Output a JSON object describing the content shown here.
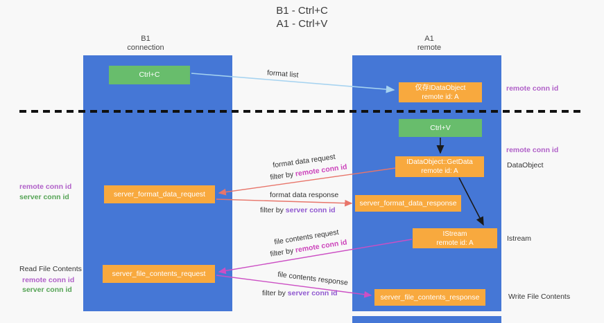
{
  "colors": {
    "background": "#f8f8f8",
    "lane_blue": "#4577d6",
    "box_orange": "#f8a93e",
    "box_green": "#68bd6c",
    "arrow_lightblue": "#a6d3f0",
    "arrow_red": "#e8756a",
    "arrow_magenta": "#cc4fc4",
    "arrow_black": "#1a1a1a",
    "text_purple": "#b060c8",
    "text_green": "#56a456",
    "text_magenta": "#cc44bb",
    "text_violet": "#9059d0",
    "text_dark": "#3a3a3a"
  },
  "title": {
    "line1": "B1 - Ctrl+C",
    "line2": "A1 - Ctrl+V"
  },
  "lanes": {
    "left": {
      "name": "B1",
      "role": "connection"
    },
    "right": {
      "name": "A1",
      "role": "remote"
    }
  },
  "boxes": {
    "ctrl_c": "Ctrl+C",
    "ctrl_v": "Ctrl+V",
    "idataobject": {
      "line1": "仅存IDataObject",
      "line2": "remote id: A"
    },
    "getdata": {
      "line1": "IDataObject::GetData",
      "line2": "remote id: A"
    },
    "istream": {
      "line1": "IStream",
      "line2": "remote id: A"
    },
    "format_request": "server_format_data_request",
    "format_response": "server_format_data_response",
    "file_request": "server_file_contents_request",
    "file_response": "server_file_contents_response"
  },
  "arrows": {
    "format_list": "format list",
    "format_data_request": "format data request",
    "format_data_response": "format data response",
    "file_contents_request": "file contents request",
    "file_contents_response": "file contents response",
    "filter_by": "filter by ",
    "remote_conn_id": "remote conn id",
    "server_conn_id": "server conn id"
  },
  "side_labels": {
    "remote_conn_id_top": "remote conn id",
    "remote_conn_id_mid": "remote conn id",
    "dataobject": "DataObject",
    "istream": "Istream",
    "read_file_contents": "Read File Contents",
    "write_file_contents": "Write File Contents",
    "left_remote_conn_id_1": "remote conn id",
    "left_server_conn_id_1": "server conn id",
    "left_remote_conn_id_2": "remote conn id",
    "left_server_conn_id_2": "server conn id"
  }
}
